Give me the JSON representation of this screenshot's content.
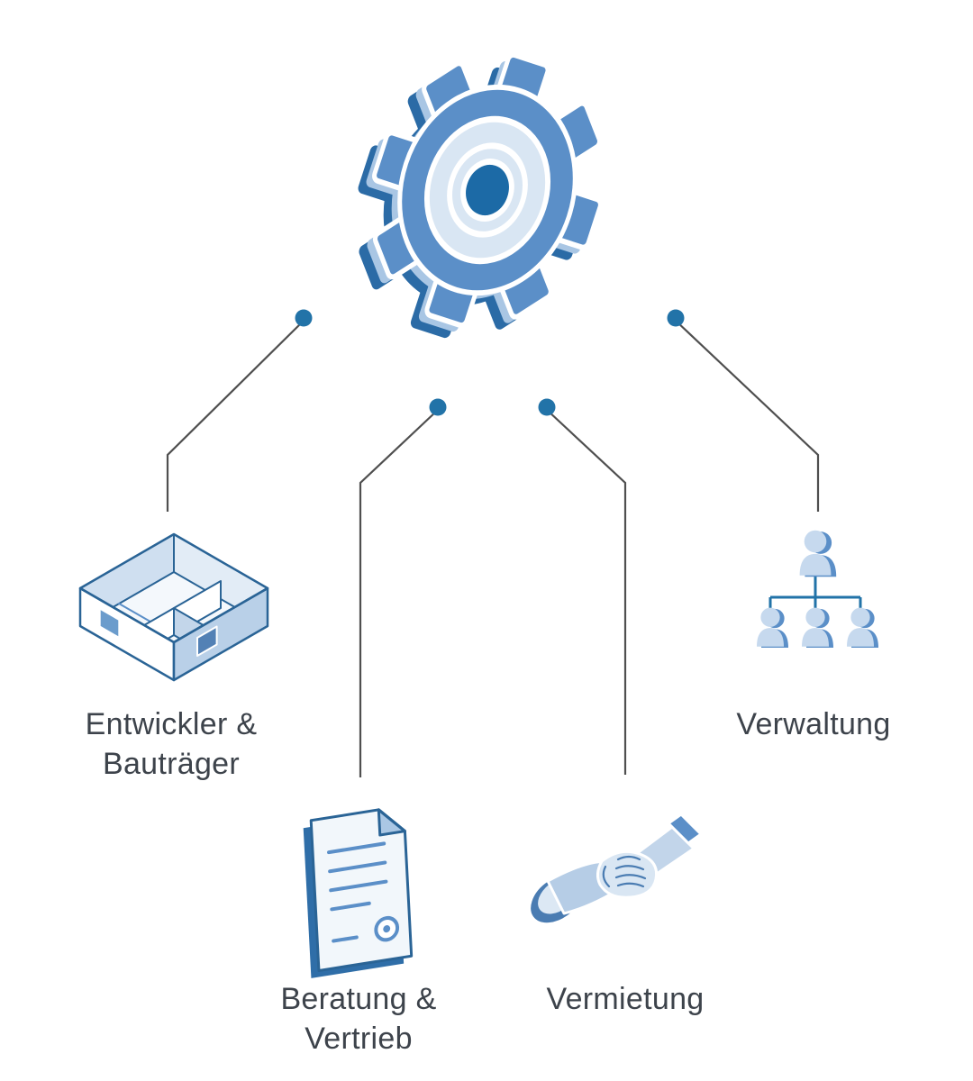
{
  "diagram": {
    "center_icon": "gear",
    "nodes": [
      {
        "id": "entwickler-bautraeger",
        "label": "Entwickler &\nBauträger",
        "icon": "floorplan-icon"
      },
      {
        "id": "beratung-vertrieb",
        "label": "Beratung &\nVertrieb",
        "icon": "document-icon"
      },
      {
        "id": "vermietung",
        "label": "Vermietung",
        "icon": "handshake-icon"
      },
      {
        "id": "verwaltung",
        "label": "Verwaltung",
        "icon": "org-chart-icon"
      }
    ],
    "colors": {
      "primary_blue": "#5b8fc8",
      "light_blue": "#aec9e6",
      "pale_blue": "#dce8f4",
      "dark_blue": "#2a6496",
      "dot_blue": "#2273a8",
      "line_gray": "#4f4f4f",
      "label_text": "#3d434b",
      "background": "#ffffff"
    }
  }
}
